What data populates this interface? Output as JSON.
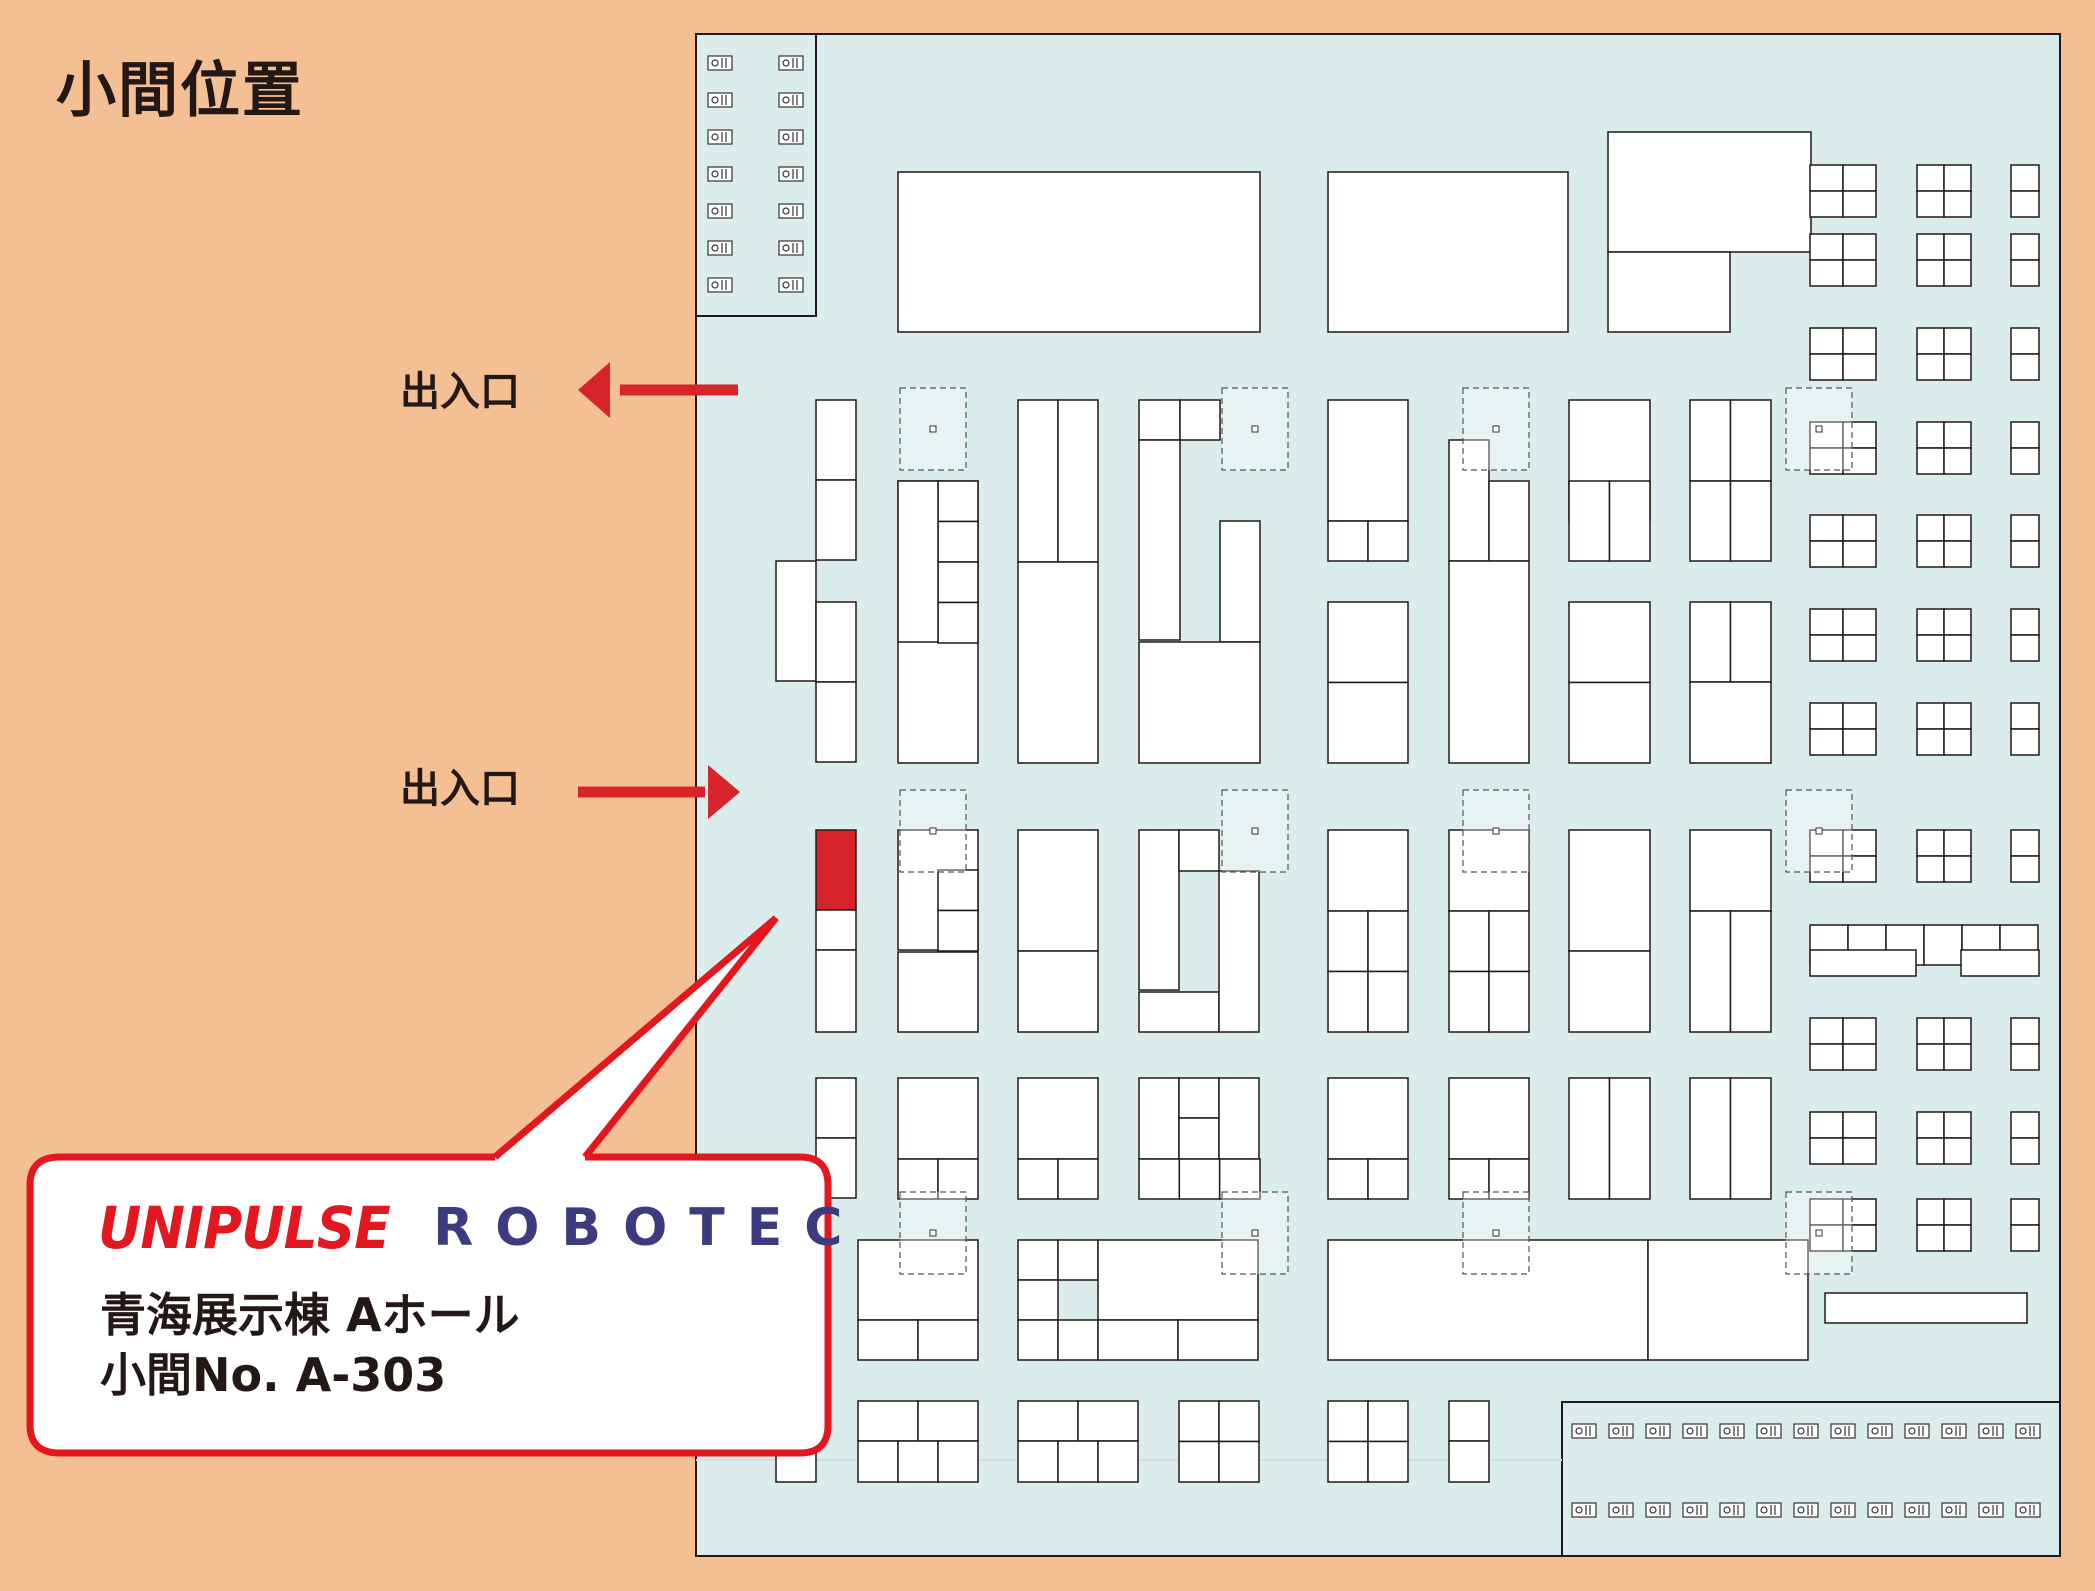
{
  "title": "小間位置",
  "entrances": [
    {
      "label": "出入口",
      "direction": "out"
    },
    {
      "label": "出入口",
      "direction": "in"
    }
  ],
  "callout": {
    "logo_primary": "UNIPULSE",
    "logo_secondary": "ROBOTEC",
    "hall": "青海展示棟 Aホール",
    "booth": "小間No. A-303"
  },
  "colors": {
    "background": "#f4bf93",
    "hall_floor": "#daeceb",
    "highlight_booth": "#d7242b",
    "arrow": "#d7242b",
    "logo_primary": "#e3171f",
    "logo_secondary": "#3c3b80"
  },
  "icons": [
    "restroom-icon"
  ]
}
